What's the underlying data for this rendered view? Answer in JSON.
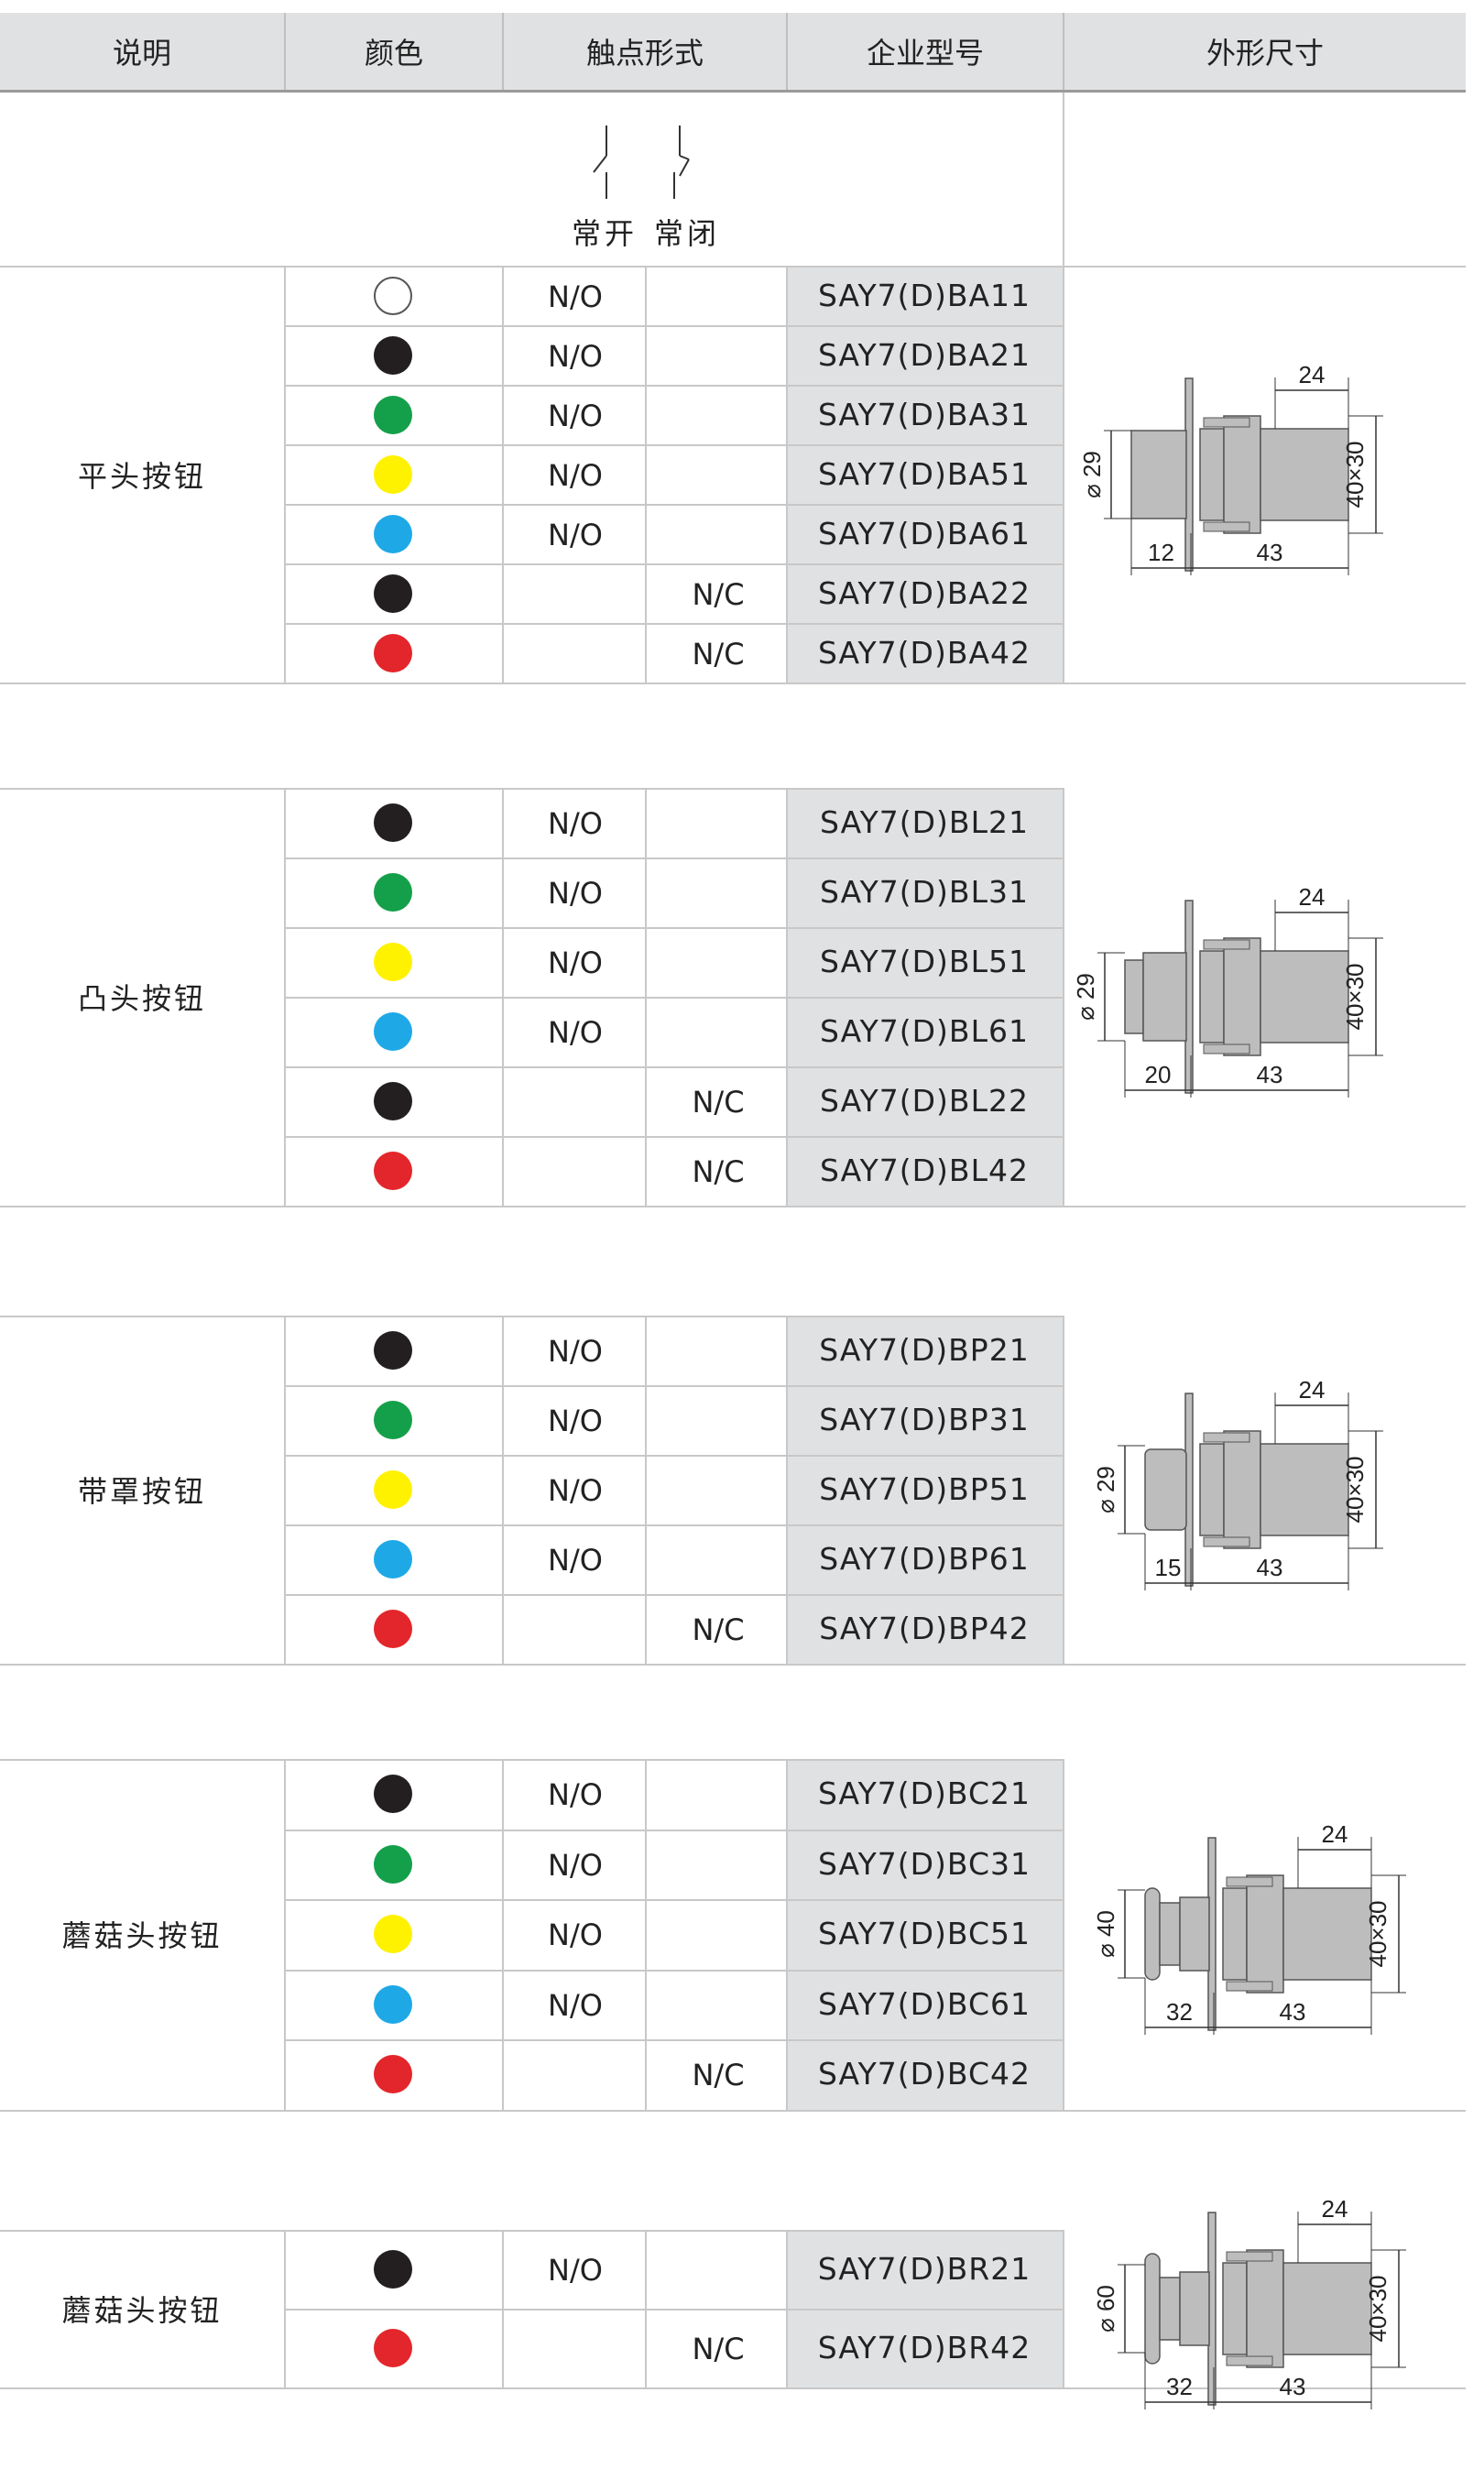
{
  "header": {
    "col_desc": "说明",
    "col_color": "颜色",
    "col_contact": "触点形式",
    "col_model": "企业型号",
    "col_dim": "外形尺寸"
  },
  "symbols": {
    "normally_open": "常开",
    "normally_closed": "常闭"
  },
  "colors": {
    "white": "#ffffff",
    "black": "#231f20",
    "green": "#14a04a",
    "yellow": "#fff200",
    "blue": "#1ea9e6",
    "red": "#e3262b",
    "header_bg": "#e0e1e3",
    "model_bg": "#e0e1e3"
  },
  "groups": [
    {
      "label": "平头按钮",
      "rows": [
        {
          "color": "white",
          "contact": "N/O",
          "model": "SAY7(D)BA11"
        },
        {
          "color": "black",
          "contact": "N/O",
          "model": "SAY7(D)BA21"
        },
        {
          "color": "green",
          "contact": "N/O",
          "model": "SAY7(D)BA31"
        },
        {
          "color": "yellow",
          "contact": "N/O",
          "model": "SAY7(D)BA51"
        },
        {
          "color": "blue",
          "contact": "N/O",
          "model": "SAY7(D)BA61"
        },
        {
          "color": "black",
          "contact": "N/C",
          "model": "SAY7(D)BA22"
        },
        {
          "color": "red",
          "contact": "N/C",
          "model": "SAY7(D)BA42"
        }
      ],
      "dims": {
        "dia": "⌀ 29",
        "front": "12",
        "body": "43",
        "top": "24",
        "side": "40×30"
      }
    },
    {
      "label": "凸头按钮",
      "rows": [
        {
          "color": "black",
          "contact": "N/O",
          "model": "SAY7(D)BL21"
        },
        {
          "color": "green",
          "contact": "N/O",
          "model": "SAY7(D)BL31"
        },
        {
          "color": "yellow",
          "contact": "N/O",
          "model": "SAY7(D)BL51"
        },
        {
          "color": "blue",
          "contact": "N/O",
          "model": "SAY7(D)BL61"
        },
        {
          "color": "black",
          "contact": "N/C",
          "model": "SAY7(D)BL22"
        },
        {
          "color": "red",
          "contact": "N/C",
          "model": "SAY7(D)BL42"
        }
      ],
      "dims": {
        "dia": "⌀ 29",
        "front": "20",
        "body": "43",
        "top": "24",
        "side": "40×30"
      }
    },
    {
      "label": "带罩按钮",
      "rows": [
        {
          "color": "black",
          "contact": "N/O",
          "model": "SAY7(D)BP21"
        },
        {
          "color": "green",
          "contact": "N/O",
          "model": "SAY7(D)BP31"
        },
        {
          "color": "yellow",
          "contact": "N/O",
          "model": "SAY7(D)BP51"
        },
        {
          "color": "blue",
          "contact": "N/O",
          "model": "SAY7(D)BP61"
        },
        {
          "color": "red",
          "contact": "N/C",
          "model": "SAY7(D)BP42"
        }
      ],
      "dims": {
        "dia": "⌀ 29",
        "front": "15",
        "body": "43",
        "top": "24",
        "side": "40×30"
      }
    },
    {
      "label": "蘑菇头按钮",
      "rows": [
        {
          "color": "black",
          "contact": "N/O",
          "model": "SAY7(D)BC21"
        },
        {
          "color": "green",
          "contact": "N/O",
          "model": "SAY7(D)BC31"
        },
        {
          "color": "yellow",
          "contact": "N/O",
          "model": "SAY7(D)BC51"
        },
        {
          "color": "blue",
          "contact": "N/O",
          "model": "SAY7(D)BC61"
        },
        {
          "color": "red",
          "contact": "N/C",
          "model": "SAY7(D)BC42"
        }
      ],
      "dims": {
        "dia": "⌀ 40",
        "front": "32",
        "body": "43",
        "top": "24",
        "side": "40×30"
      }
    },
    {
      "label": "蘑菇头按钮",
      "rows": [
        {
          "color": "black",
          "contact": "N/O",
          "model": "SAY7(D)BR21"
        },
        {
          "color": "red",
          "contact": "N/C",
          "model": "SAY7(D)BR42"
        }
      ],
      "dims": {
        "dia": "⌀ 60",
        "front": "32",
        "body": "43",
        "top": "24",
        "side": "40×30"
      }
    }
  ]
}
